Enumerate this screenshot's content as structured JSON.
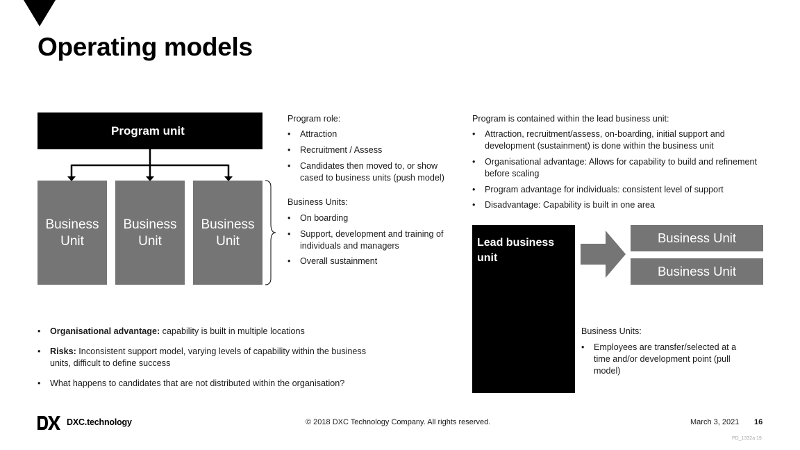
{
  "page": {
    "title": "Operating models"
  },
  "diagram_left": {
    "program_unit": "Program unit",
    "business_units": [
      "Business Unit",
      "Business Unit",
      "Business Unit"
    ]
  },
  "program_role": {
    "heading": "Program role:",
    "items": [
      "Attraction",
      "Recruitment / Assess",
      "Candidates then moved to, or show cased to business units (push model)"
    ]
  },
  "business_units_mid": {
    "heading": "Business Units:",
    "items": [
      "On boarding",
      "Support, development and training of individuals and managers",
      "Overall sustainment"
    ]
  },
  "lead_model": {
    "heading": "Program is contained within the lead business unit:",
    "items": [
      "Attraction, recruitment/assess, on-boarding, initial support and development (sustainment) is done within the business unit",
      "Organisational advantage: Allows for capability to build and refinement before scaling",
      "Program advantage for individuals: consistent level of support",
      "Disadvantage: Capability is built in one area"
    ],
    "lead_box": "Lead business unit",
    "right_units": [
      "Business Unit",
      "Business Unit"
    ]
  },
  "business_units_right": {
    "heading": "Business Units:",
    "items": [
      "Employees are transfer/selected at a time and/or development point (pull model)"
    ]
  },
  "bottom_left": {
    "items": [
      {
        "bold": "Organisational advantage:",
        "text": " capability is built in multiple locations"
      },
      {
        "bold": "Risks:",
        "text": " Inconsistent support model, varying levels of capability within the business units, difficult to define success"
      },
      {
        "bold": "",
        "text": "What happens to candidates that are not distributed within the organisation?"
      }
    ]
  },
  "footer": {
    "logo_text": "DXC.technology",
    "copyright": "© 2018 DXC Technology Company. All rights reserved.",
    "date": "March 3, 2021",
    "page_number": "16",
    "code": "PD_1332a 19"
  },
  "bullet_glyph": "•"
}
